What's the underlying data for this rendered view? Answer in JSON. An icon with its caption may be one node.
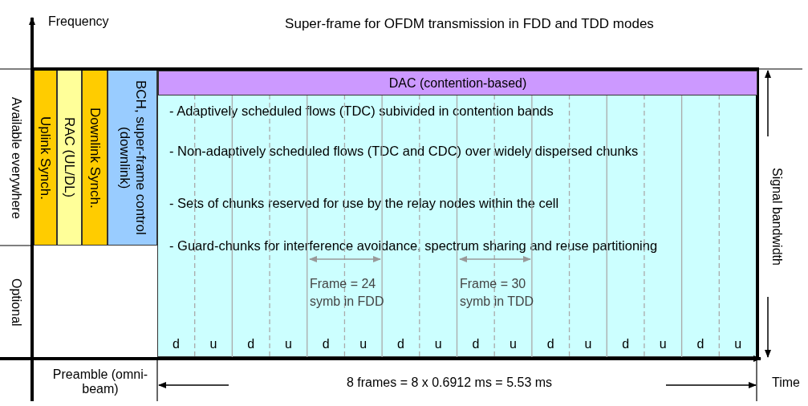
{
  "diagram": {
    "title": "Super-frame for OFDM transmission in FDD and TDD modes",
    "nodes": [
      {
        "text": [
          "- Adaptively scheduled flows (TDC) subivided in contention bands",
          "- Non-adaptively scheduled flows (TDC and CDC) over widely dispersed chunks",
          "- Sets of chunks reserved for use by the relay nodes within the cell",
          "- Guard-chunks for interference avoidance, spectrum sharing and reuse partitioning"
        ]
      },
      {
        "text": [
          "DAC (contention-based)"
        ],
        "in": 0
      },
      {
        "text": [
          "Uplink Synch."
        ]
      },
      {
        "text": [
          "RAC (UL/DL)"
        ]
      },
      {
        "text": [
          "Downlink Synch."
        ]
      },
      {
        "text": [
          "BCH, super-frame control (downlink)"
        ]
      }
    ],
    "labels": [
      "Frequency",
      "Available everywhere",
      "Optional",
      "Signal bandwidth",
      "Frame = 24 symb in FDD",
      "Frame = 30 symb in TDD",
      "d",
      "u",
      "d",
      "u",
      "d",
      "u",
      "d",
      "u",
      "d",
      "u",
      "d",
      "u",
      "d",
      "u",
      "d",
      "u",
      "Preamble (omni-beam)",
      "8 frames = 8  x 0.6912 ms = 5.53 ms",
      "Time"
    ]
  }
}
